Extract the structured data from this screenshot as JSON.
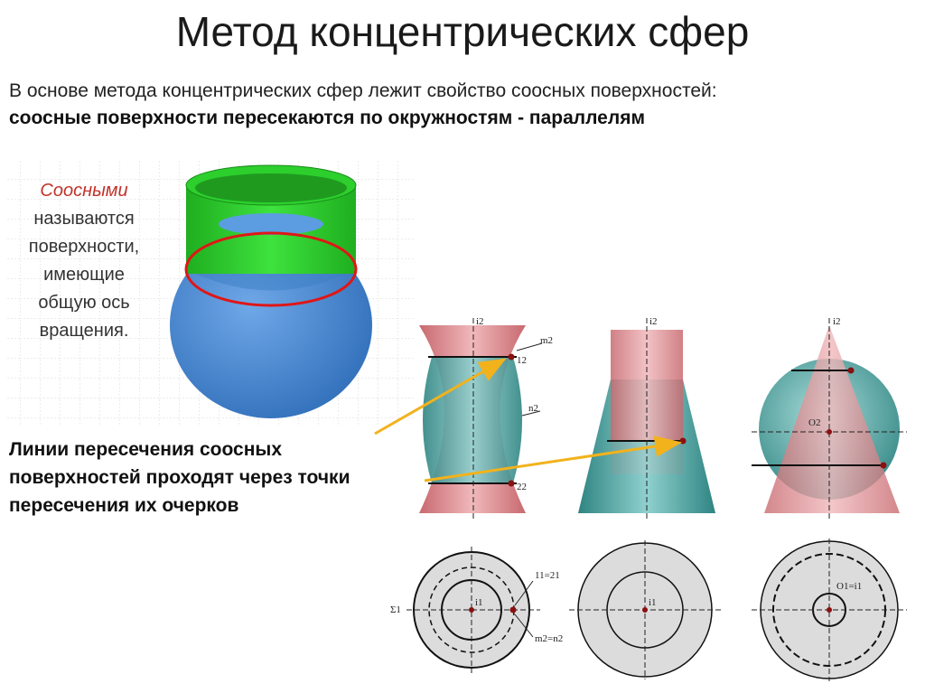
{
  "title": "Метод  концентрических сфер",
  "intro": {
    "line1": "В основе метода концентрических сфер лежит свойство соосных поверхностей:",
    "line2": "соосные поверхности пересекаются по окружностям - параллелям"
  },
  "coaxial_def": {
    "highlight": "Соосными",
    "line1": "называются",
    "line2": "поверхности,",
    "line3": "имеющие",
    "line4": "общую ось",
    "line5": "вращения."
  },
  "lines_text": {
    "line1": "Линии пересечения соосных",
    "line2": "поверхностей проходят через точки",
    "line3": "пересечения их очерков"
  },
  "labels": {
    "axis": "i2",
    "m2": "m2",
    "n2": "n2",
    "p1": "12",
    "p2": "22",
    "o2": "O2",
    "sigma": "Σ1",
    "i1": "i1",
    "eq1": "11=21",
    "eq2": "m2=n2",
    "eq3": "O1=i1"
  },
  "colors": {
    "green": "#2fc62f",
    "blue": "#3d7fc9",
    "red_line": "#e01616",
    "pink": "#d88a8e",
    "teal": "#4fa7a4",
    "arrow": "#f2b21c",
    "point": "#8b1010"
  }
}
